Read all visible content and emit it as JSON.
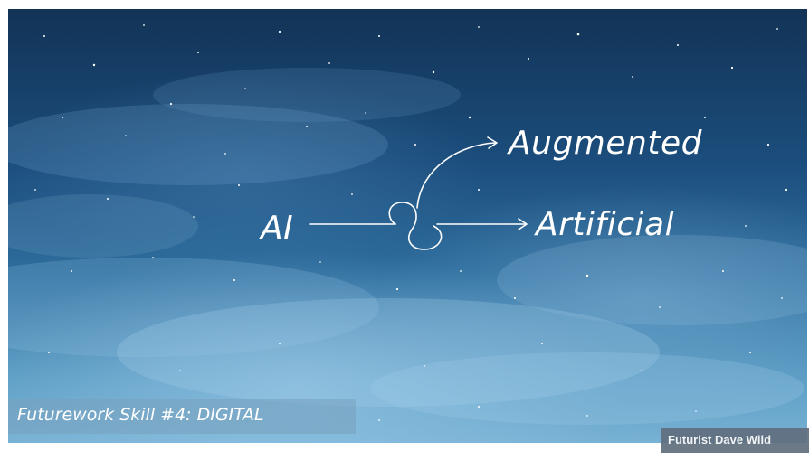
{
  "slide": {
    "diagram": {
      "source_label": "AI",
      "branch_upper_label": "Augmented",
      "branch_lower_label": "Artificial"
    },
    "caption": "Futurework Skill #4: DIGITAL"
  },
  "credit": "Futurist Dave Wild",
  "colors": {
    "sky_top": "#123356",
    "sky_bottom": "#78b2d4",
    "text": "#ffffff",
    "caption_bg": "#78a0be",
    "credit_bg": "#5f6e7d"
  }
}
